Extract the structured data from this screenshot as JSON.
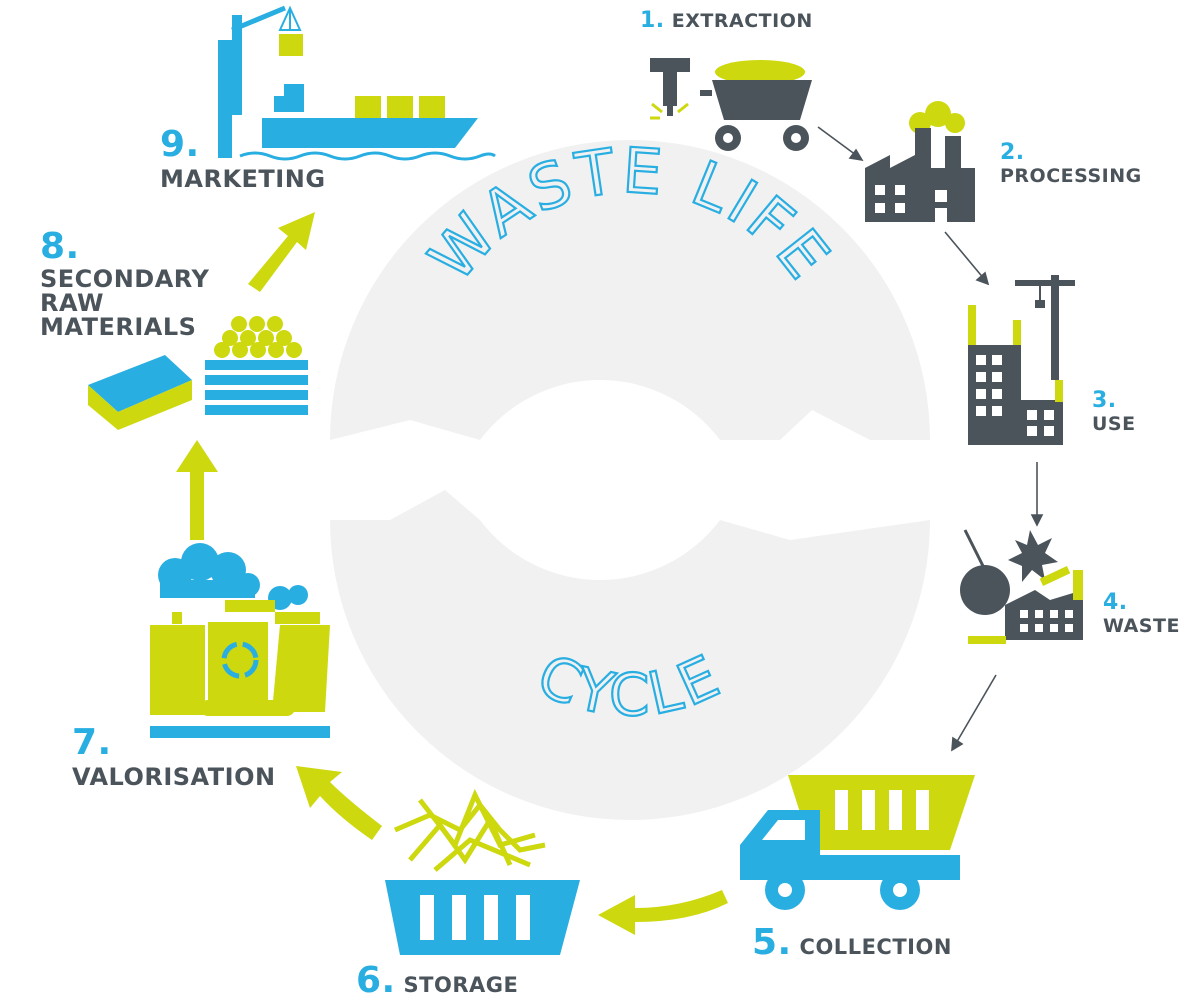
{
  "center": {
    "line1": "WASTE LIFE",
    "line2": "CYCLE"
  },
  "steps": [
    {
      "number": "1.",
      "label": "EXTRACTION"
    },
    {
      "number": "2.",
      "label": "PROCESSING"
    },
    {
      "number": "3.",
      "label": "USE"
    },
    {
      "number": "4.",
      "label": "WASTE"
    },
    {
      "number": "5.",
      "label": "COLLECTION"
    },
    {
      "number": "6.",
      "label": "STORAGE"
    },
    {
      "number": "7.",
      "label": "VALORISATION"
    },
    {
      "number": "8.",
      "label_lines": [
        "SECONDARY",
        "RAW",
        "MATERIALS"
      ]
    },
    {
      "number": "9.",
      "label": "MARKETING"
    }
  ],
  "colors": {
    "blue": "#29aee2",
    "lime": "#cdd80f",
    "grey": "#4b545b",
    "ring": "#f2f2f2"
  }
}
